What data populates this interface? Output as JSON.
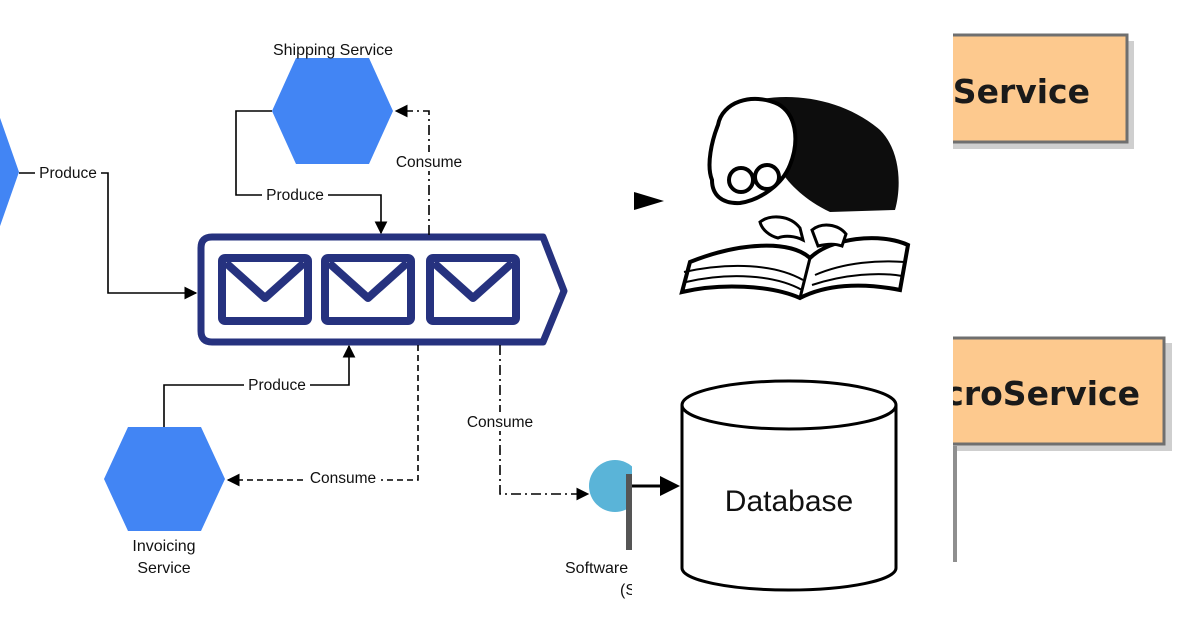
{
  "left_diagram": {
    "services": [
      {
        "id": "shipping",
        "label_lines": [
          "Shipping Service"
        ]
      },
      {
        "id": "invoicing",
        "label_lines": [
          "Invoicing",
          "Service"
        ]
      },
      {
        "id": "software",
        "label_lines": [
          "Software",
          "(S"
        ]
      }
    ],
    "edge_labels": {
      "produce_left": "Produce",
      "produce_shipping": "Produce",
      "consume_shipping": "Consume",
      "produce_invoicing": "Produce",
      "consume_invoicing": "Consume",
      "consume_software": "Consume"
    },
    "colors": {
      "service_fill": "#4285f4",
      "queue_stroke": "#26327f",
      "software_cloud": "#5ab4d8"
    }
  },
  "right_panel": {
    "database_label": "Database",
    "microservice_top": "roService",
    "microservice_bottom": "MicroService",
    "colors": {
      "box_fill": "#fdc98e",
      "box_border": "#6f6f6f",
      "shadow": "#cfcfcf"
    }
  }
}
